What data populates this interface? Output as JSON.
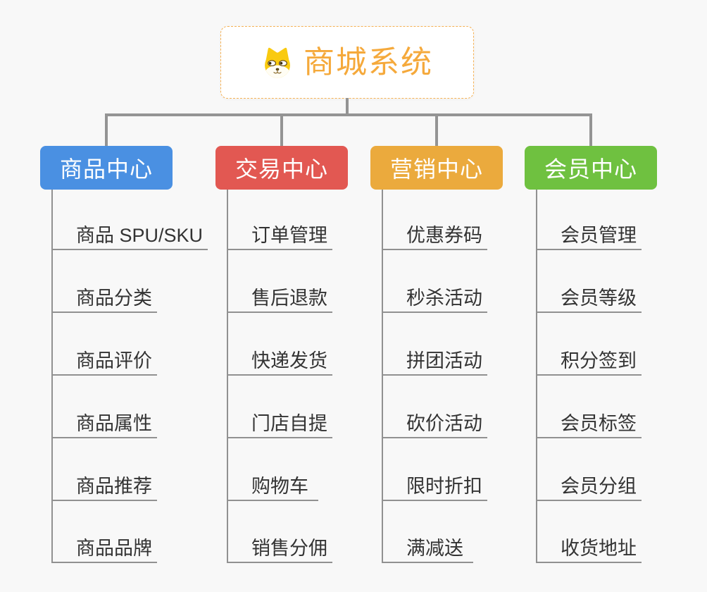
{
  "root": {
    "title": "商城系统",
    "icon": "dog-face-icon",
    "border_color": "#f5b154",
    "text_color": "#f5a93b"
  },
  "branches": [
    {
      "label": "商品中心",
      "color": "#4a90e2",
      "items": [
        "商品 SPU/SKU",
        "商品分类",
        "商品评价",
        "商品属性",
        "商品推荐",
        "商品品牌"
      ]
    },
    {
      "label": "交易中心",
      "color": "#e25852",
      "items": [
        "订单管理",
        "售后退款",
        "快递发货",
        "门店自提",
        "购物车",
        "销售分佣"
      ]
    },
    {
      "label": "营销中心",
      "color": "#ebaa3d",
      "items": [
        "优惠券码",
        "秒杀活动",
        "拼团活动",
        "砍价活动",
        "限时折扣",
        "满减送"
      ]
    },
    {
      "label": "会员中心",
      "color": "#6fc140",
      "items": [
        "会员管理",
        "会员等级",
        "积分签到",
        "会员标签",
        "会员分组",
        "收货地址"
      ]
    }
  ],
  "colors": {
    "background": "#f8f8f8",
    "connector": "#949494",
    "item_line": "#919191",
    "item_text": "#333333"
  }
}
